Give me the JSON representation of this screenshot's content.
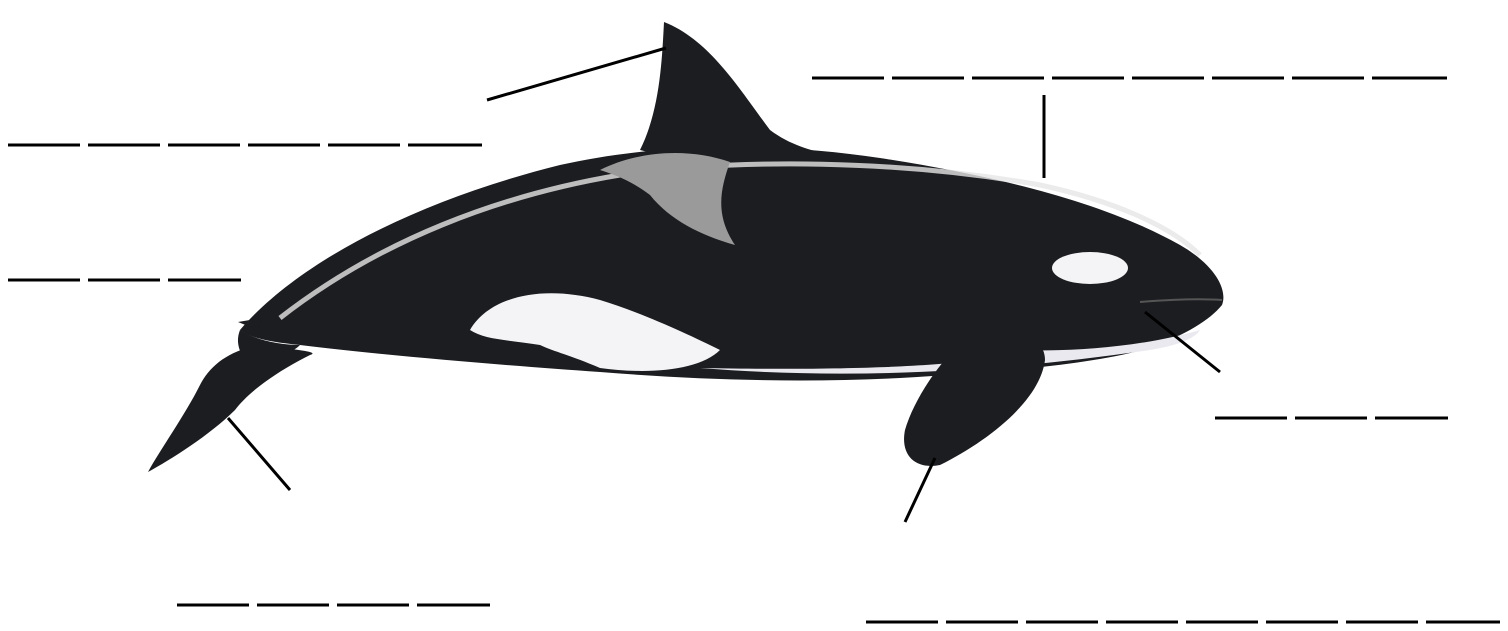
{
  "diagram": {
    "subject": "orca-whale",
    "colors": {
      "body": "#1c1d21",
      "body_highlight": "#3a3d44",
      "white_patch": "#f4f4f6",
      "belly": "#e9e9ef",
      "saddle": "#9a9a9a",
      "line": "#000000"
    },
    "labels": [
      {
        "id": "dorsal-fin",
        "blank_segments": 6
      },
      {
        "id": "tail-upper",
        "blank_segments": 3
      },
      {
        "id": "back",
        "blank_segments": 8
      },
      {
        "id": "mouth",
        "blank_segments": 3
      },
      {
        "id": "flipper",
        "blank_segments": 8
      },
      {
        "id": "tail-fluke",
        "blank_segments": 4
      }
    ]
  }
}
